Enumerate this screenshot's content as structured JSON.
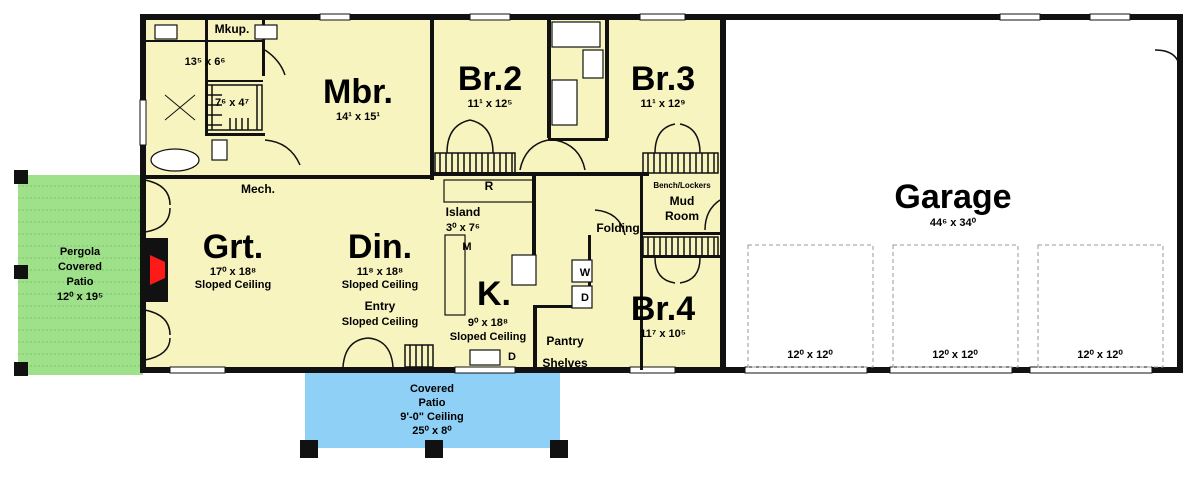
{
  "colors": {
    "floor": "#f8f4c0",
    "garage": "#ffffff",
    "patio_blue": "#8fd1f6",
    "pergola_green": "#9fe08a",
    "fireplace": "#ff1a1a",
    "wall": "#111111"
  },
  "rooms": {
    "mkup": {
      "label": "Mkup."
    },
    "bath": {
      "dim": "13⁵ x 6⁶"
    },
    "wic": {
      "dim": "7⁶ x 4⁷"
    },
    "mbr": {
      "label": "Mbr.",
      "dim": "14¹ x 15¹"
    },
    "br2": {
      "label": "Br.2",
      "dim": "11¹ x 12⁵"
    },
    "br3": {
      "label": "Br.3",
      "dim": "11¹ x 12⁹"
    },
    "mech": {
      "label": "Mech."
    },
    "grt": {
      "label": "Grt.",
      "dim": "17⁰ x 18⁸",
      "note": "Sloped Ceiling"
    },
    "din": {
      "label": "Din.",
      "dim": "11⁸ x 18⁸",
      "note": "Sloped Ceiling"
    },
    "entry": {
      "label": "Entry",
      "note": "Sloped Ceiling"
    },
    "island": {
      "label": "Island",
      "dim": "3⁰ x 7⁶",
      "fridge": "R",
      "micro": "M"
    },
    "kitchen": {
      "label": "K.",
      "dim": "9⁰ x 18⁸",
      "note": "Sloped Ceiling",
      "dishwasher": "D"
    },
    "pantry": {
      "label": "Pantry",
      "shelves": "Shelves"
    },
    "folding": {
      "label": "Folding",
      "washer": "W",
      "dryer": "D"
    },
    "mudroom": {
      "bench": "Bench/Lockers",
      "label1": "Mud",
      "label2": "Room"
    },
    "br4": {
      "label": "Br.4",
      "dim": "11⁷ x 10⁵"
    },
    "garage": {
      "label": "Garage",
      "dim": "44⁶ x 34⁰",
      "bays": [
        "12⁰ x 12⁰",
        "12⁰ x 12⁰",
        "12⁰ x 12⁰"
      ]
    },
    "pergola": {
      "line1": "Pergola",
      "line2": "Covered",
      "line3": "Patio",
      "dim": "12⁰ x 19⁵"
    },
    "patio": {
      "line1": "Covered",
      "line2": "Patio",
      "line3": "9'-0\" Ceiling",
      "dim": "25⁰ x 8⁰"
    }
  }
}
